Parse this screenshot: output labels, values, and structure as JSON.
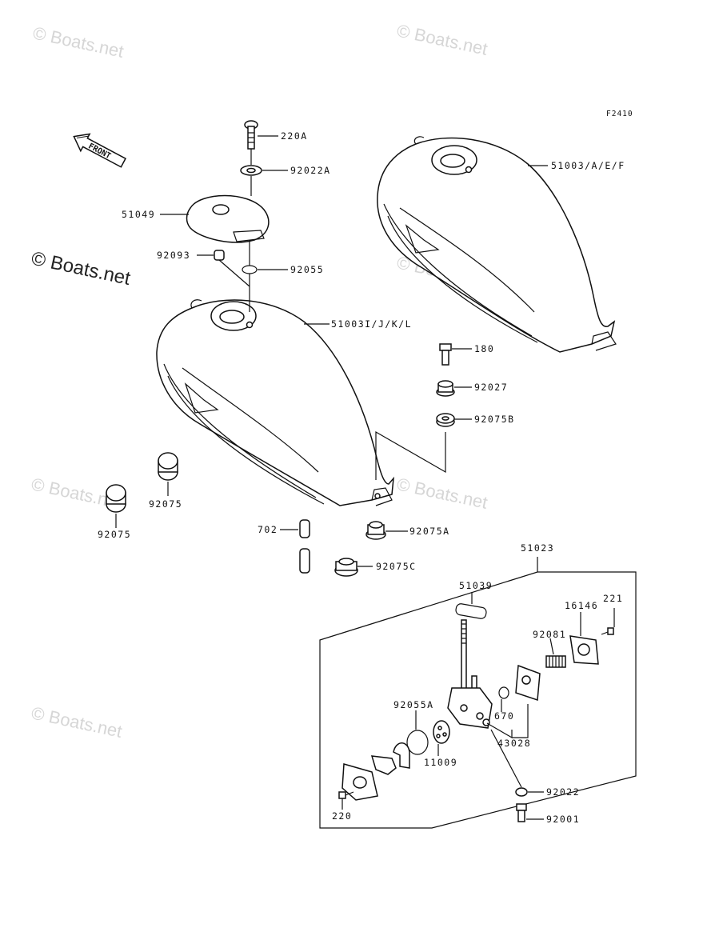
{
  "figure_id": "F2410",
  "front_label": "FRONT",
  "watermarks": [
    "© Boats.net",
    "© Boats.net",
    "© Boats.net",
    "© Boats.net",
    "© Boats.net",
    "© Boats.net",
    "© Boats.net"
  ],
  "parts": {
    "p220A": "220A",
    "p92022A": "92022A",
    "p51049": "51049",
    "p92093": "92093",
    "p92055": "92055",
    "p51003AEF": "51003/A/E/F",
    "p51003IJKL": "51003I/J/K/L",
    "p180": "180",
    "p92027": "92027",
    "p92075B": "92075B",
    "p92075_a": "92075",
    "p92075_b": "92075",
    "p702": "702",
    "p92075A": "92075A",
    "p92075C": "92075C",
    "p51023": "51023",
    "p51039": "51039",
    "p16146": "16146",
    "p221": "221",
    "p92081": "92081",
    "p92055A": "92055A",
    "p670": "670",
    "p43028": "43028",
    "p11009": "11009",
    "p92022": "92022",
    "p220": "220",
    "p92001": "92001"
  }
}
